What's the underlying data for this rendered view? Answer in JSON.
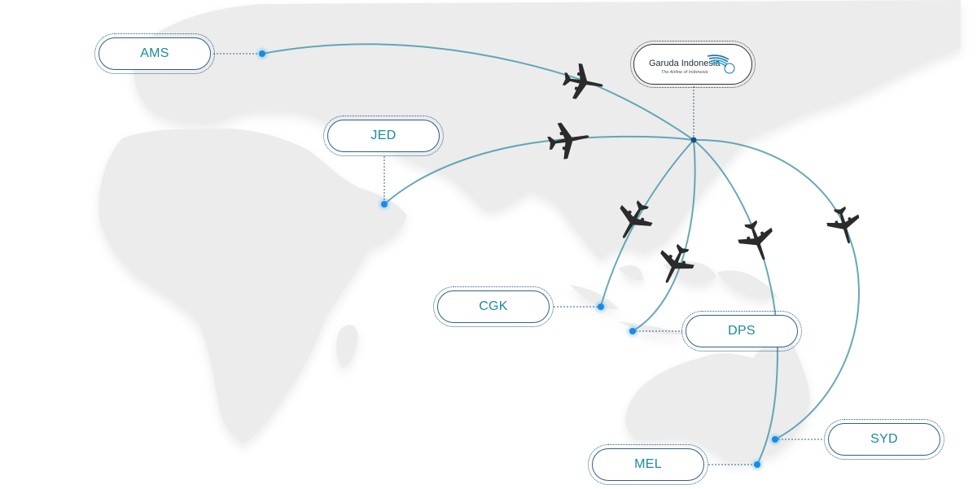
{
  "airline": {
    "name": "Garuda Indonesia",
    "tagline": "The Airline of Indonesia"
  },
  "destinations": [
    {
      "code": "AMS"
    },
    {
      "code": "JED"
    },
    {
      "code": "CGK"
    },
    {
      "code": "DPS"
    },
    {
      "code": "SYD"
    },
    {
      "code": "MEL"
    }
  ],
  "colors": {
    "route": "#4a9aad",
    "label_text": "#1b8a9c",
    "pill_border": "#2f5f86",
    "endpoint": "#29b6f6",
    "land": "#ececec",
    "plane": "#2b2b2b"
  },
  "icons": [
    "airplane-icon",
    "endpoint-dot-icon",
    "hub-dot-icon",
    "garuda-bird-logo-icon"
  ]
}
